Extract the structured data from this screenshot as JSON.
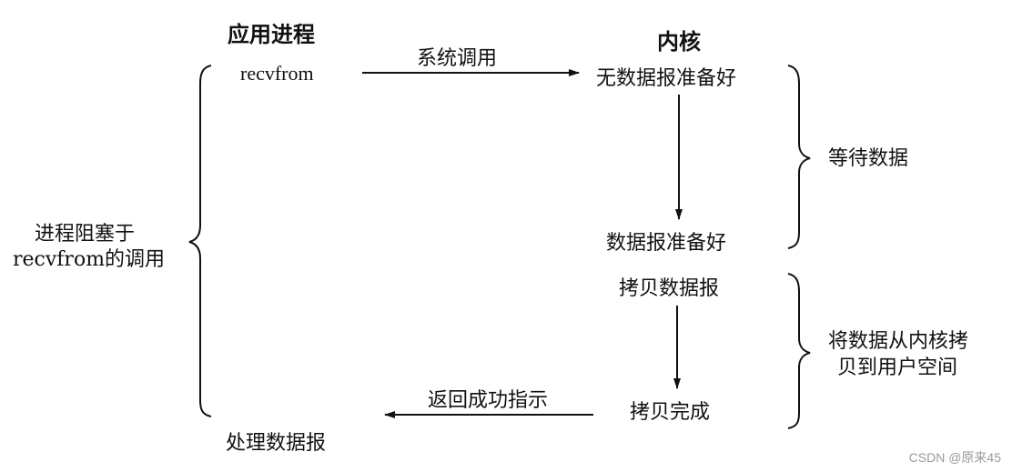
{
  "headers": {
    "app_process": "应用进程",
    "kernel": "内核"
  },
  "app": {
    "recvfrom": "recvfrom",
    "process_datagram": "处理数据报",
    "blocked_line1": "进程阻塞于",
    "blocked_line2": "recvfrom的调用"
  },
  "arrows": {
    "system_call": "系统调用",
    "return_success": "返回成功指示"
  },
  "kernel_steps": {
    "no_datagram_ready": "无数据报准备好",
    "datagram_ready": "数据报准备好",
    "copy_datagram": "拷贝数据报",
    "copy_complete": "拷贝完成"
  },
  "phases": {
    "wait_for_data": "等待数据",
    "copy_line1": "将数据从内核拷",
    "copy_line2": "贝到用户空间"
  },
  "watermark": "CSDN @原来45"
}
